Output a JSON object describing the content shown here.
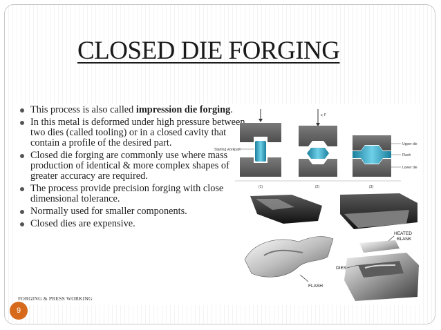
{
  "slide": {
    "title": "CLOSED DIE FORGING",
    "footer": "FORGING & PRESS WORKING",
    "page_number": "9"
  },
  "bullets": [
    {
      "text": "This process is also called ",
      "bold": "impression die forging",
      "after": "."
    },
    {
      "text": "In this metal is deformed under high pressure between two dies (called tooling) or in a closed cavity that contain a profile of the desired part.",
      "bold": "",
      "after": ""
    },
    {
      "text": "Closed die forging are commonly use where mass production of identical & more complex shapes of greater accuracy are required.",
      "bold": "",
      "after": ""
    },
    {
      "text": "The process provide precision forging with close dimensional tolerance.",
      "bold": "",
      "after": ""
    },
    {
      "text": "Normally used for smaller components.",
      "bold": "",
      "after": ""
    },
    {
      "text": "Closed dies are expensive.",
      "bold": "",
      "after": ""
    }
  ],
  "diagram": {
    "force_label": "v, F",
    "workpart_label": "Starting workpart",
    "upper_die_label": "Upper die",
    "flash_label": "Flash",
    "lower_die_label": "Lower die",
    "step1": "(1)",
    "step2": "(2)",
    "step3": "(3)"
  },
  "photo": {
    "heated_blank_label_1": "HEATED",
    "heated_blank_label_2": "BLANK",
    "dies_label": "DIES",
    "flash_label": "FLASH"
  },
  "colors": {
    "badge": "#d76a1a",
    "die_gray": "#6b6b6b",
    "workpiece_blue": "#2fa6c6"
  }
}
